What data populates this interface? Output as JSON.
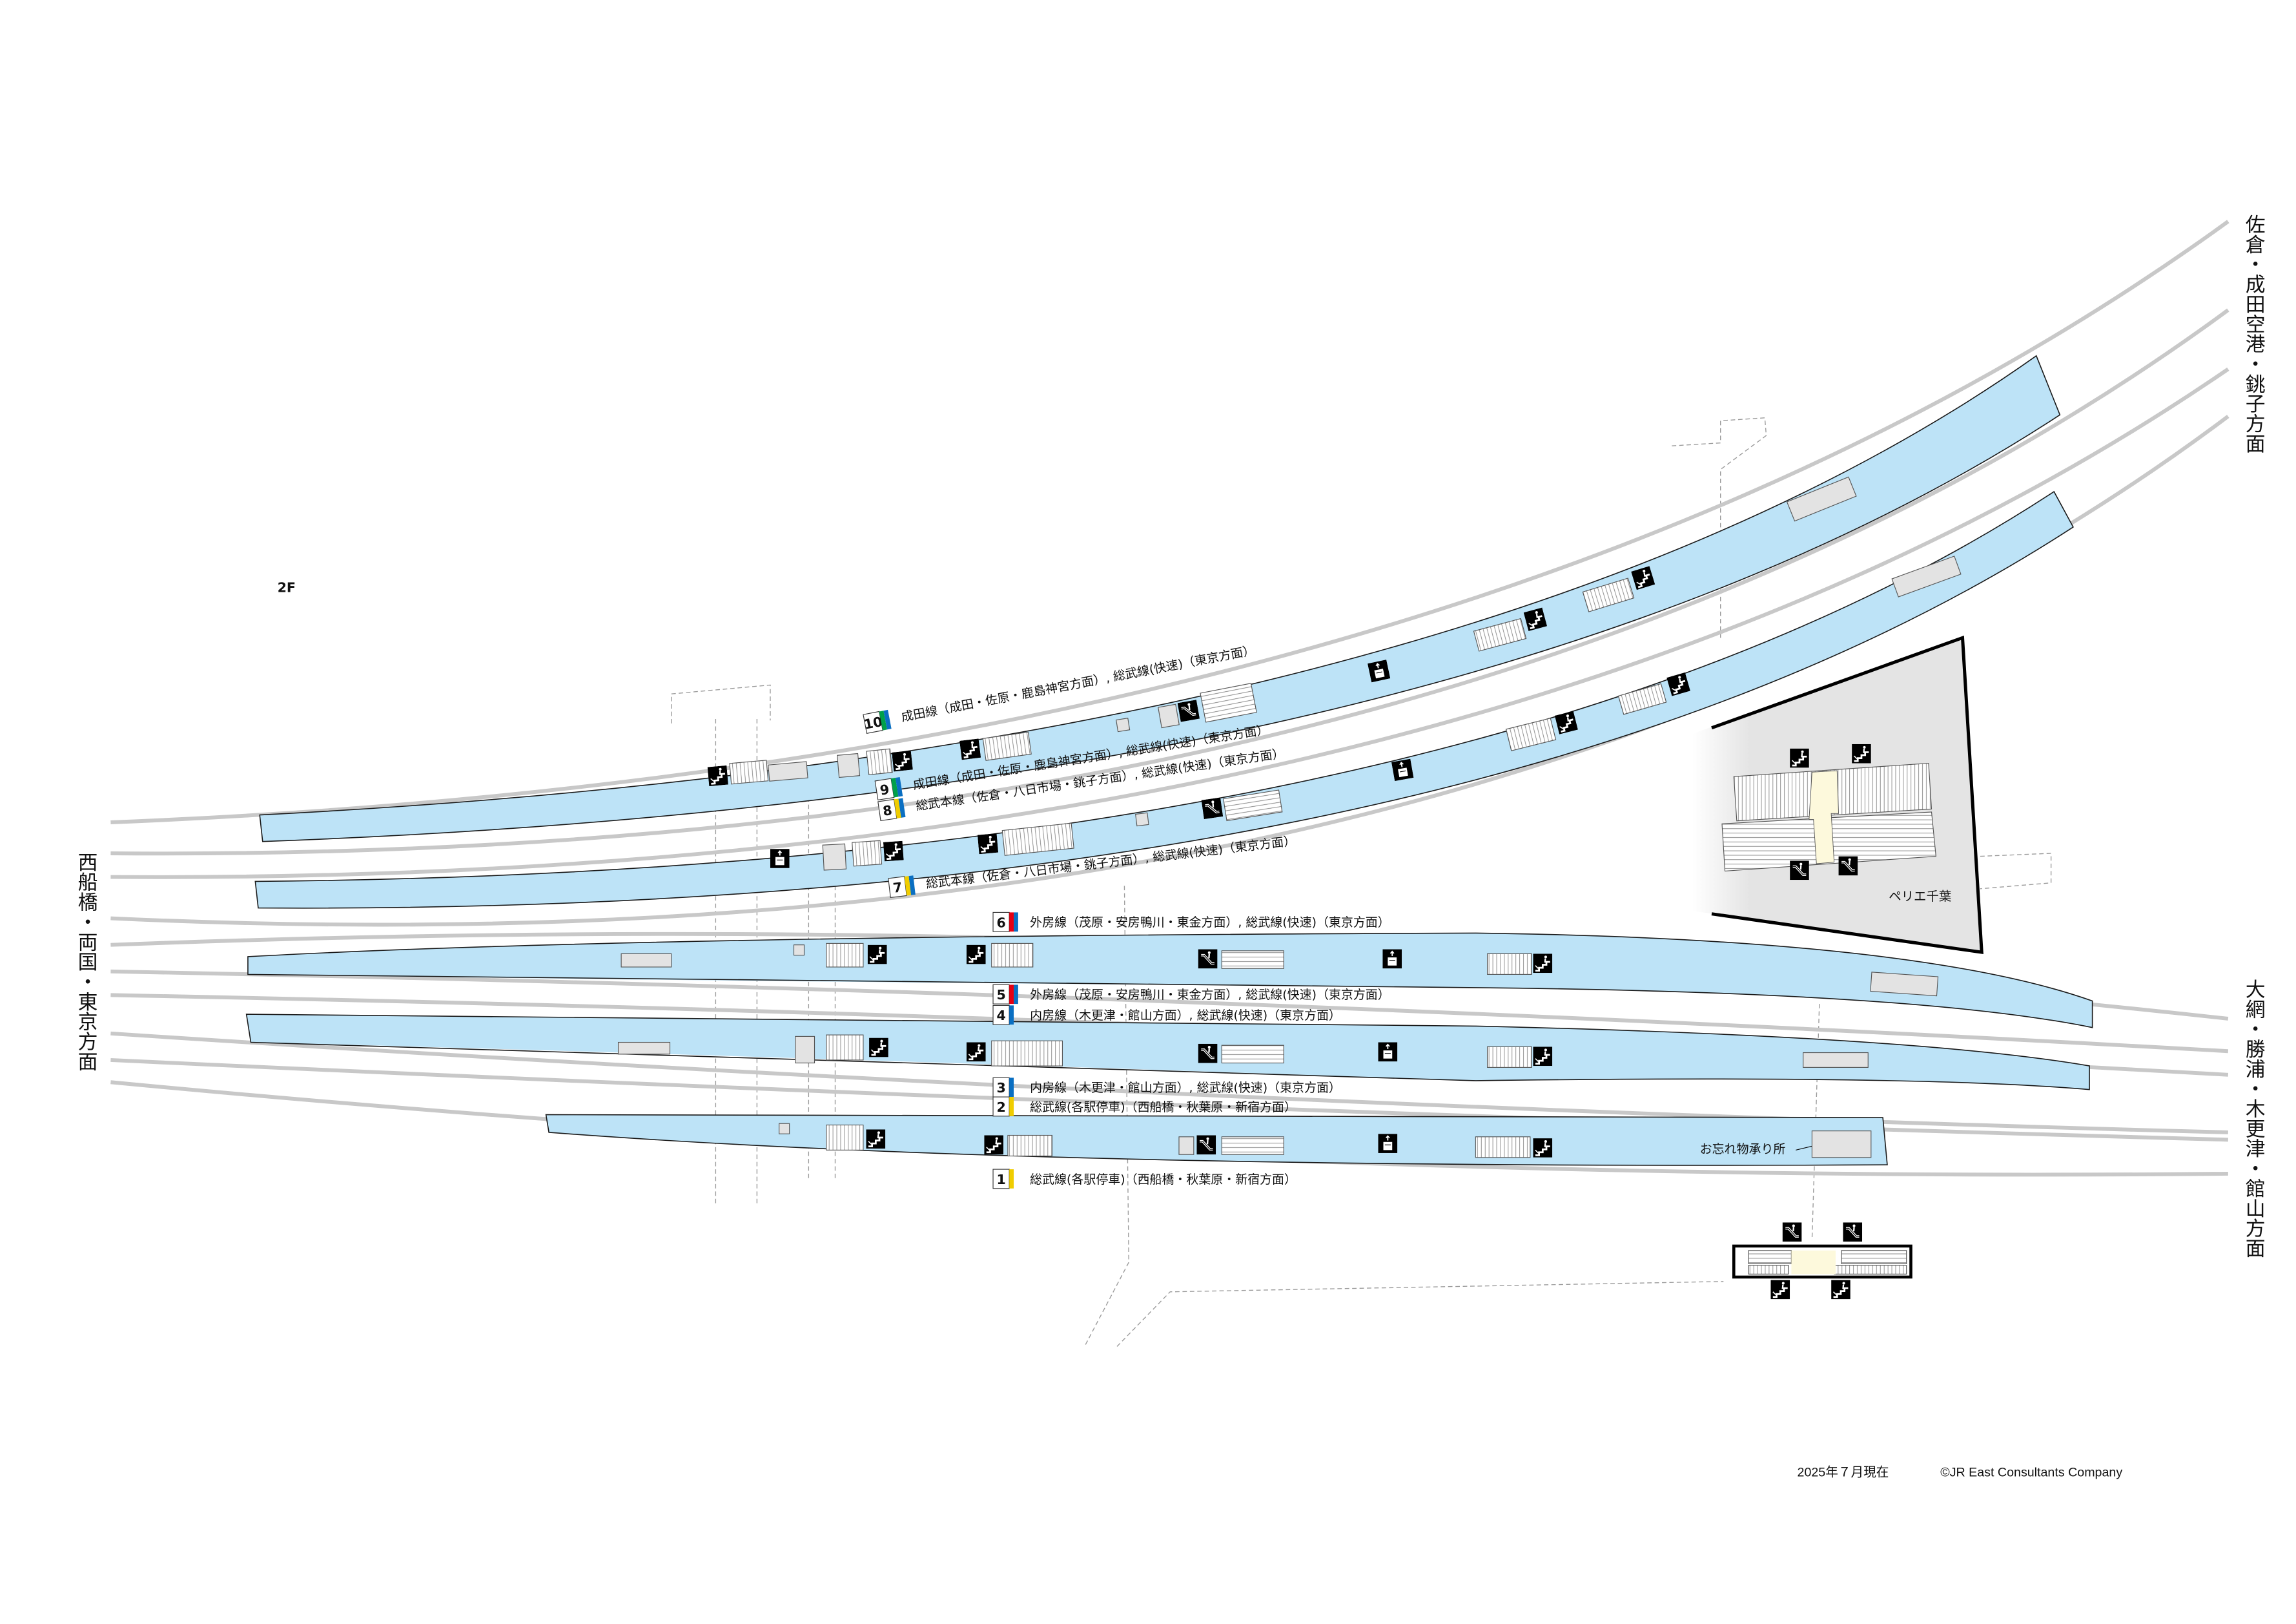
{
  "floor": "2F",
  "directions": {
    "west": "西船橋・両国・東京方面",
    "northeast": "佐倉・成田空港・銚子方面",
    "southeast": "大網・勝浦・木更津・館山方面"
  },
  "platforms": [
    {
      "number": "10",
      "text": "成田線（成田・佐原・鹿島神宮方面）, 総武線(快速)（東京方面）",
      "colors": [
        "#00a04a",
        "#0a6fc2"
      ]
    },
    {
      "number": "9",
      "text": "成田線（成田・佐原・鹿島神宮方面）, 総武線(快速)（東京方面）",
      "colors": [
        "#00a04a",
        "#0a6fc2"
      ]
    },
    {
      "number": "8",
      "text": "総武本線（佐倉・八日市場・銚子方面）, 総武線(快速)（東京方面）",
      "colors": [
        "#f0cd00",
        "#0a6fc2"
      ]
    },
    {
      "number": "7",
      "text": "総武本線（佐倉・八日市場・銚子方面）, 総武線(快速)（東京方面）",
      "colors": [
        "#f0cd00",
        "#0a6fc2"
      ]
    },
    {
      "number": "6",
      "text": "外房線（茂原・安房鴨川・東金方面）, 総武線(快速)（東京方面）",
      "colors": [
        "#e60012",
        "#0a6fc2"
      ]
    },
    {
      "number": "5",
      "text": "外房線（茂原・安房鴨川・東金方面）, 総武線(快速)（東京方面）",
      "colors": [
        "#e60012",
        "#0a6fc2"
      ]
    },
    {
      "number": "4",
      "text": "内房線（木更津・館山方面）, 総武線(快速)（東京方面）",
      "colors": [
        "#0a6fc2"
      ]
    },
    {
      "number": "3",
      "text": "内房線（木更津・館山方面）, 総武線(快速)（東京方面）",
      "colors": [
        "#0a6fc2"
      ]
    },
    {
      "number": "2",
      "text": "総武線(各駅停車)（西船橋・秋葉原・新宿方面）",
      "colors": [
        "#f0cd00"
      ]
    },
    {
      "number": "1",
      "text": "総武線(各駅停車)（西船橋・秋葉原・新宿方面）",
      "colors": [
        "#f0cd00"
      ]
    }
  ],
  "facilities": {
    "perrier": "ペリエ千葉",
    "lost_and_found": "お忘れ物承り所"
  },
  "footer": {
    "date": "2025年７月現在",
    "copyright": "©JR East Consultants Company"
  },
  "colors": {
    "platform": "#bde3f7",
    "track": "#c8c8c8",
    "concourse_highlight": "#fdf9dc",
    "building": "#e4e4e4"
  }
}
